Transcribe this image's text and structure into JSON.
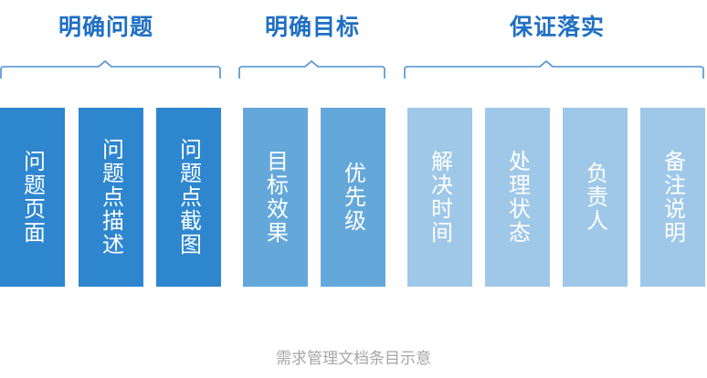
{
  "groups": [
    {
      "title": "明确问题",
      "items": [
        "问题页面",
        "问题点描述",
        "问题点截图"
      ],
      "color": "#2e86cf"
    },
    {
      "title": "明确目标",
      "items": [
        "目标效果",
        "优先级"
      ],
      "color": "#64a8da"
    },
    {
      "title": "保证落实",
      "items": [
        "解决时间",
        "处理状态",
        "负责人",
        "备注说明"
      ],
      "color": "#9fc8e8"
    }
  ],
  "caption": "需求管理文档条目示意"
}
